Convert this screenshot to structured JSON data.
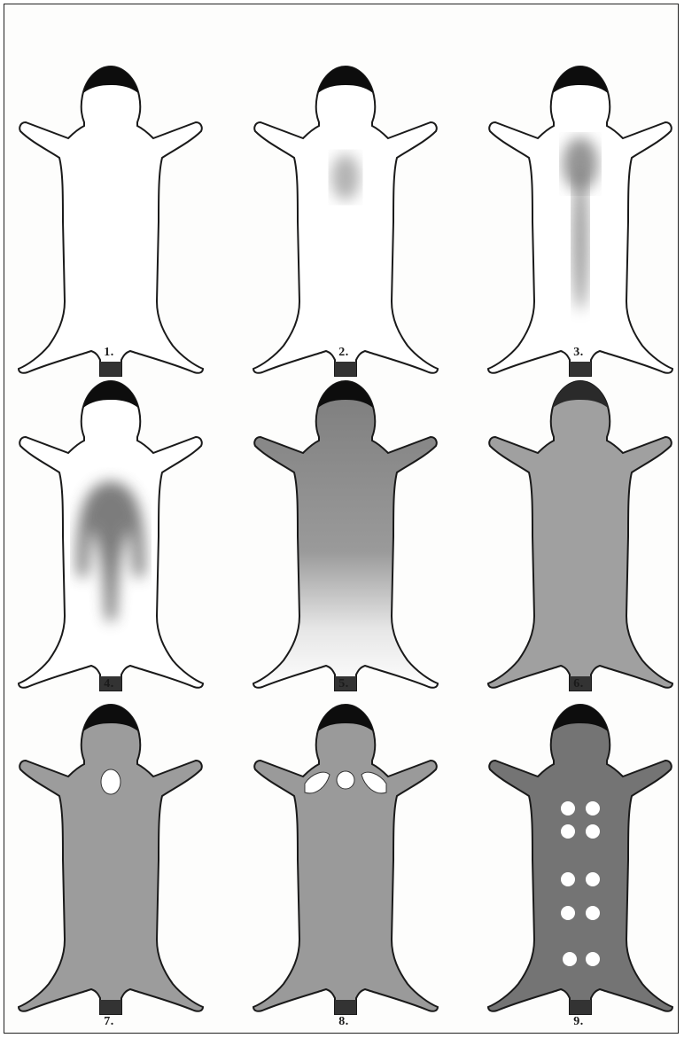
{
  "plate": {
    "figures": [
      {
        "label": "1."
      },
      {
        "label": "2."
      },
      {
        "label": "3."
      },
      {
        "label": "4."
      },
      {
        "label": "5."
      },
      {
        "label": "6."
      },
      {
        "label": "7."
      },
      {
        "label": "8."
      },
      {
        "label": "9."
      }
    ],
    "colors": {
      "outline": "#1a1a1a",
      "head_cap": "#0d0d0d",
      "pelt_white": "#ffffff",
      "pelt_grey": "#9a9a9a",
      "pelt_dark": "#6e6e6e",
      "hole": "#ffffff"
    }
  }
}
